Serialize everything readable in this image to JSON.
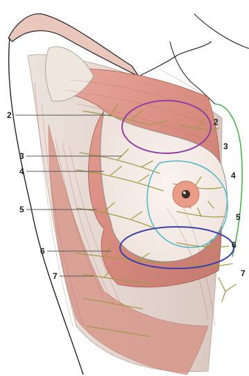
{
  "figure": {
    "colors": {
      "background": "#ffffff",
      "muscle": "#d98c80",
      "muscle_dark": "#b85f57",
      "fascia": "#e8d8d0",
      "nerve": "#a39a4a",
      "outline": "#222222",
      "ellipse_upper": "#8e3fa0",
      "ellipse_lower": "#3a3fa8",
      "curve_green": "#4caf50",
      "curve_cyan": "#4bb6c8",
      "areola": "#e99c86",
      "nipple": "#3a2a28",
      "leader_line": "#555555"
    },
    "labels_left": [
      "2",
      "3",
      "4",
      "5",
      "6",
      "7"
    ],
    "labels_right": [
      "2",
      "3",
      "4",
      "5",
      "6",
      "7"
    ]
  }
}
